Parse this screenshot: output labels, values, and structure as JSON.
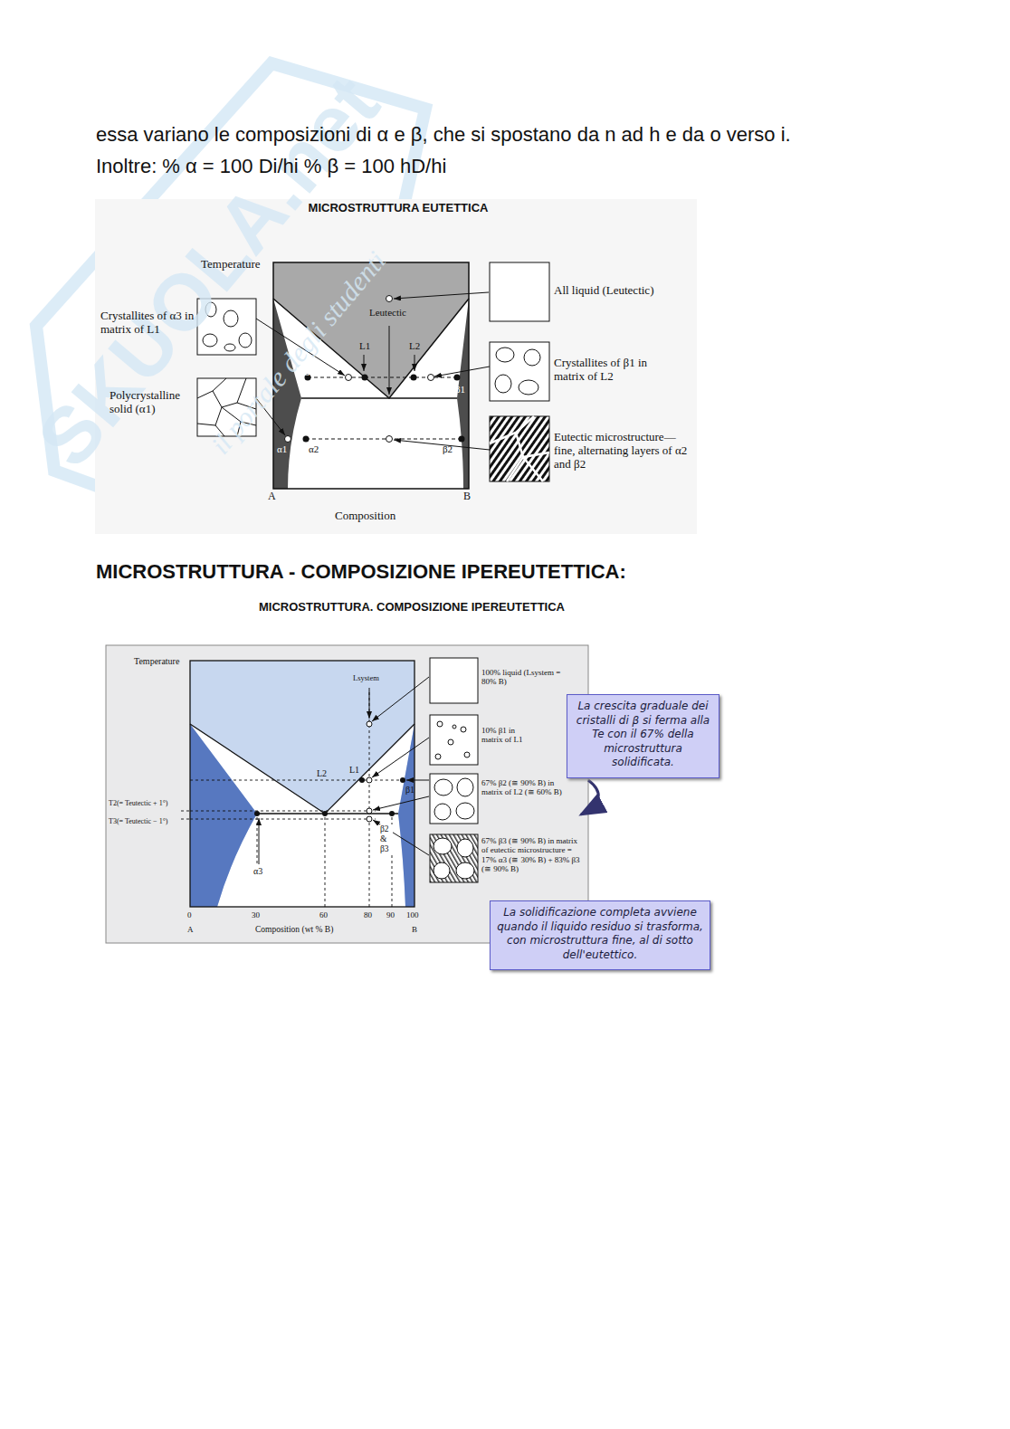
{
  "diagram": {
    "nodes": [
      {
        "text": [
          "La crescita graduale dei cristalli di β si ferma alla Te con il 67% della microstruttura solidificata."
        ]
      },
      {
        "text": [
          "La solidificazione completa avviene quando il liquido residuo si trasforma, con microstruttura fine, al di sotto dell'eutettico."
        ]
      }
    ],
    "labels": [
      "essa variano le composizioni di α e β, che si spostano da n ad h e da o verso i.",
      "Inoltre: % α = 100 Di/hi % β = 100 hD/hi",
      "MICROSTRUTTURA EUTETTICA",
      "Temperature",
      "Crystallites of α3 in matrix of L1",
      "Polycrystalline solid (α1)",
      "Leutectic",
      "L1",
      "L2",
      "α3",
      "β1",
      "α1",
      "α2",
      "β2",
      "All liquid (Leutectic)",
      "Crystallites of β1 in matrix of L2",
      "Eutectic microstructure—fine, alternating layers of α2 and β2",
      "A",
      "B",
      "Composition",
      "MICROSTRUTTURA - COMPOSIZIONE IPEREUTETTICA:",
      "MICROSTRUTTURA. COMPOSIZIONE IPEREUTETTICA",
      "Temperature",
      "Lsystem",
      "L2",
      "L1",
      "β1",
      "β2 & β3",
      "α3",
      "T2(= Teutectic + 1°)",
      "T3(= Teutectic − 1°)",
      "0",
      "30",
      "60",
      "80",
      "90",
      "100",
      "A",
      "B",
      "Composition (wt % B)",
      "100% liquid (Lsystem = 80% B)",
      "10% β1 in matrix of L1",
      "67% β2 (≅ 90% B) in matrix of L2 (≅ 60% B)",
      "67% β3 (≅ 90% B) in matrix of eutectic microstructure = 17% α3 (≅ 30% B) + 83% β3 (≅ 90% B)",
      "SKUOLA.net",
      "il portale degli studenti"
    ]
  }
}
